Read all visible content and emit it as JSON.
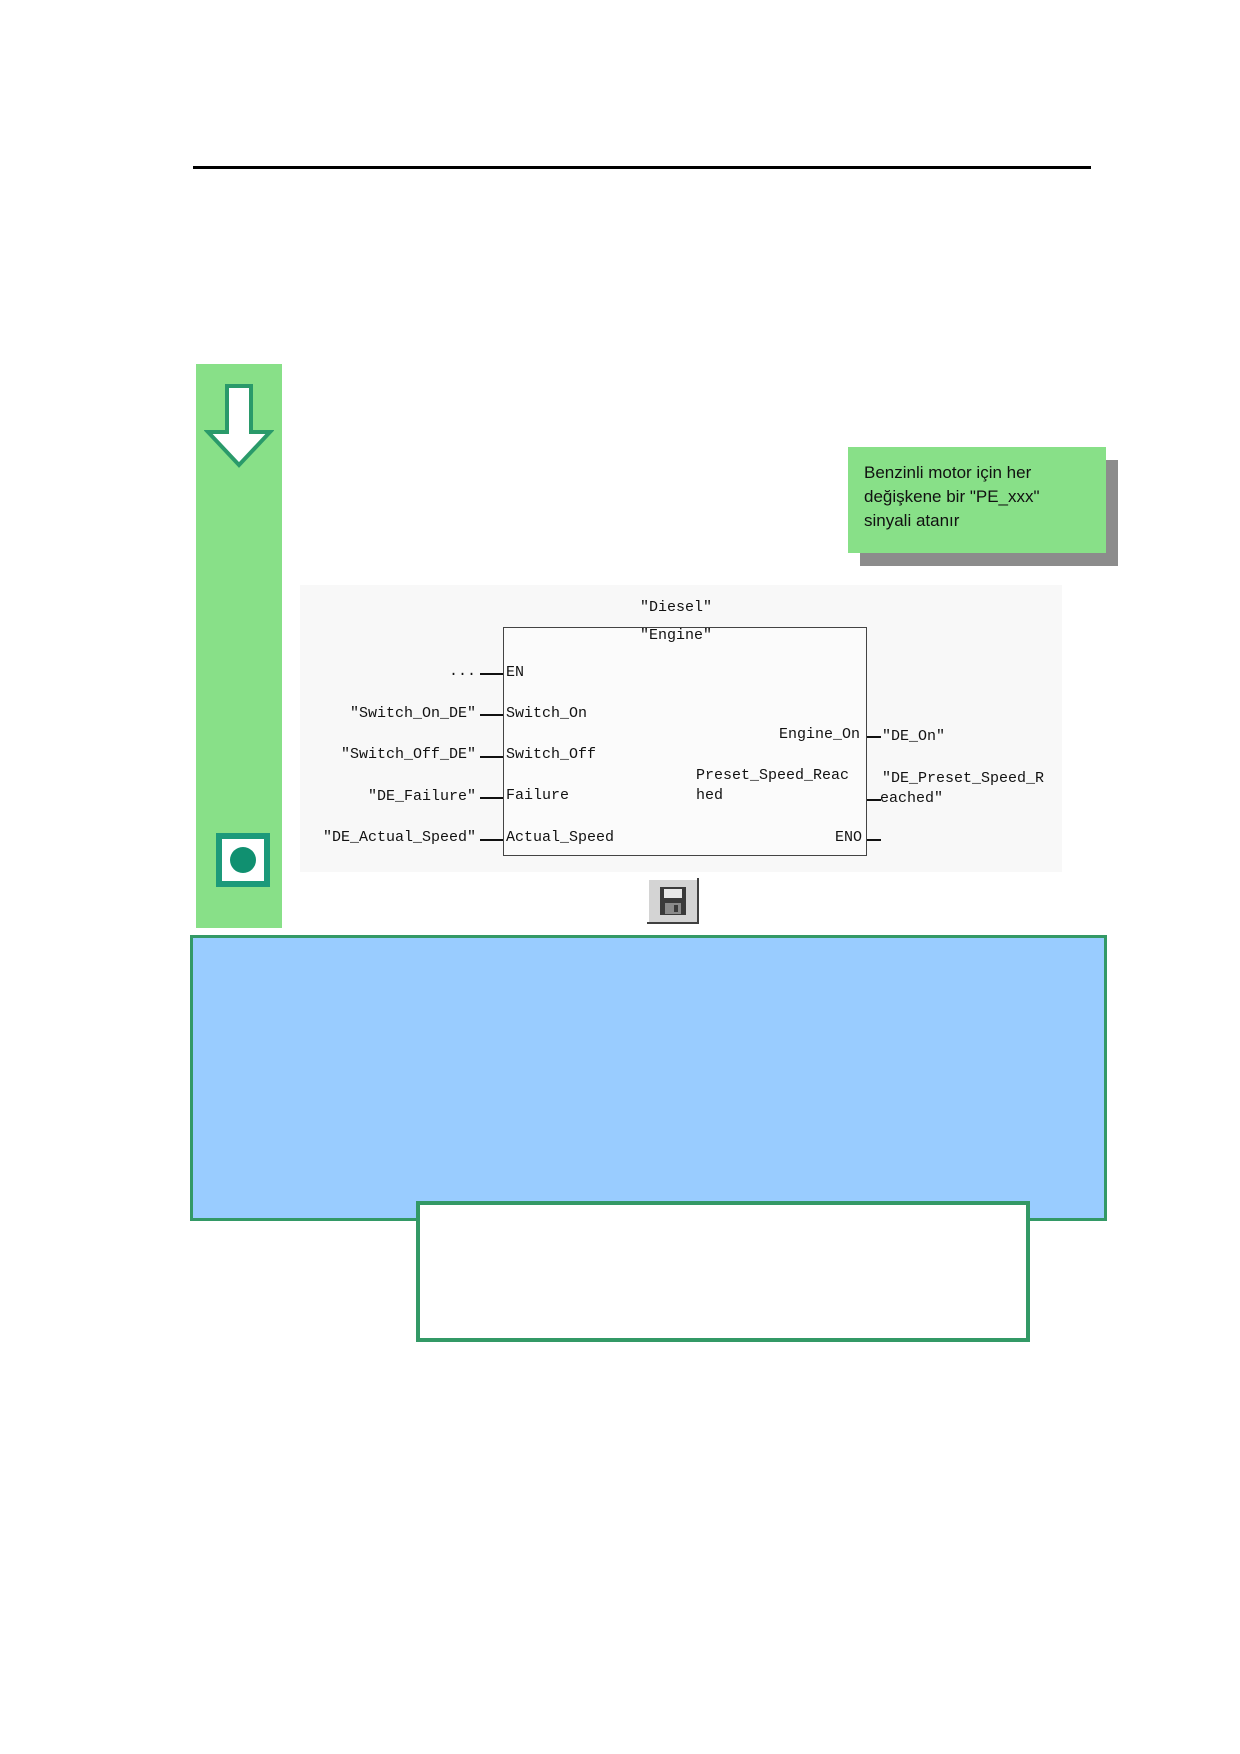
{
  "note": {
    "lines": [
      "Benzinli motor için her",
      "değişkene bir \"PE_xxx\"",
      "sinyali atanır"
    ]
  },
  "diagram": {
    "instance_label": "\"Diesel\"",
    "block_name": "\"Engine\"",
    "inputs": [
      {
        "actual": "...",
        "pin": "EN"
      },
      {
        "actual": "\"Switch_On_DE\"",
        "pin": "Switch_On"
      },
      {
        "actual": "\"Switch_Off_DE\"",
        "pin": "Switch_Off"
      },
      {
        "actual": "\"DE_Failure\"",
        "pin": "Failure"
      },
      {
        "actual": "\"DE_Actual_Speed\"",
        "pin": "Actual_Speed"
      }
    ],
    "outputs": [
      {
        "pin": "Engine_On",
        "actual": "\"DE_On\""
      },
      {
        "pin_lines": [
          "Preset_Speed_Reac",
          "hed"
        ],
        "actual_lines": [
          "\"DE_Preset_Speed_R",
          "eached\""
        ]
      },
      {
        "pin": "ENO",
        "actual": ""
      }
    ]
  },
  "icons": {
    "arrow": "down-arrow-icon",
    "stop": "stop-icon",
    "save": "floppy-disk-save-icon"
  },
  "colors": {
    "side_bar": "#88e088",
    "info_panel": "#99ccff",
    "border_green": "#339966"
  }
}
